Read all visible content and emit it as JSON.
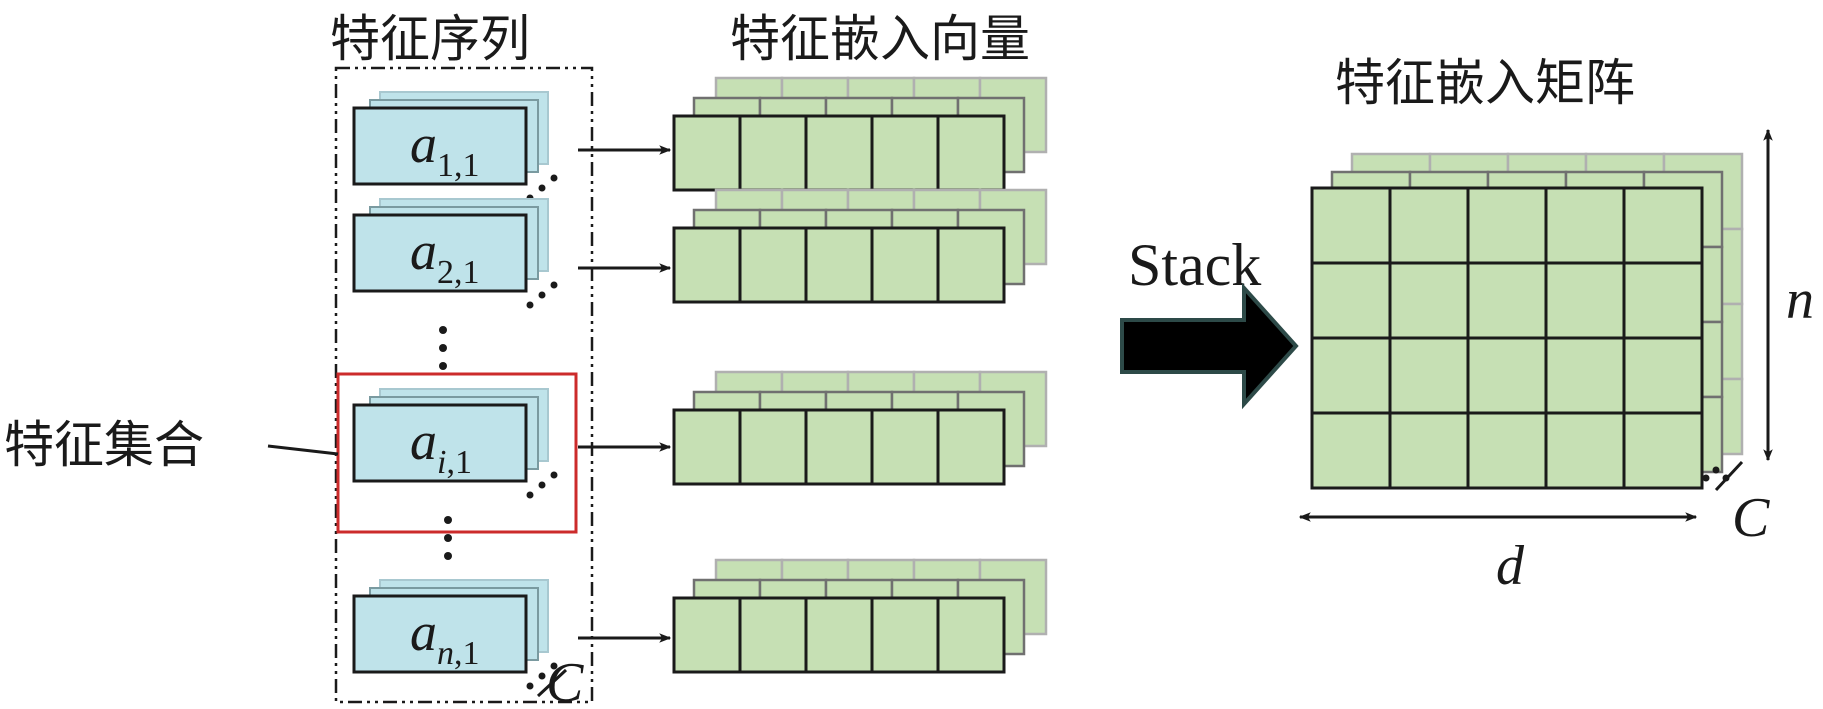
{
  "labels": {
    "feature_sequence": "特征序列",
    "feature_embedding_vector": "特征嵌入向量",
    "feature_embedding_matrix": "特征嵌入矩阵",
    "feature_set": "特征集合",
    "stack": "Stack",
    "n": "n",
    "d": "d",
    "c": "C"
  },
  "features": [
    {
      "base": "a",
      "sub_italic": "",
      "sub_tail": "1,1"
    },
    {
      "base": "a",
      "sub_italic": "",
      "sub_tail": "2,1"
    },
    {
      "base": "a",
      "sub_italic": "i",
      "sub_tail": ",1"
    },
    {
      "base": "a",
      "sub_italic": "n",
      "sub_tail": ",1"
    }
  ],
  "colors": {
    "feature_fill": "#bfe3ea",
    "cell_fill": "#c6e0b4",
    "highlight": "#cc2b2b",
    "arrow": "#000000"
  }
}
